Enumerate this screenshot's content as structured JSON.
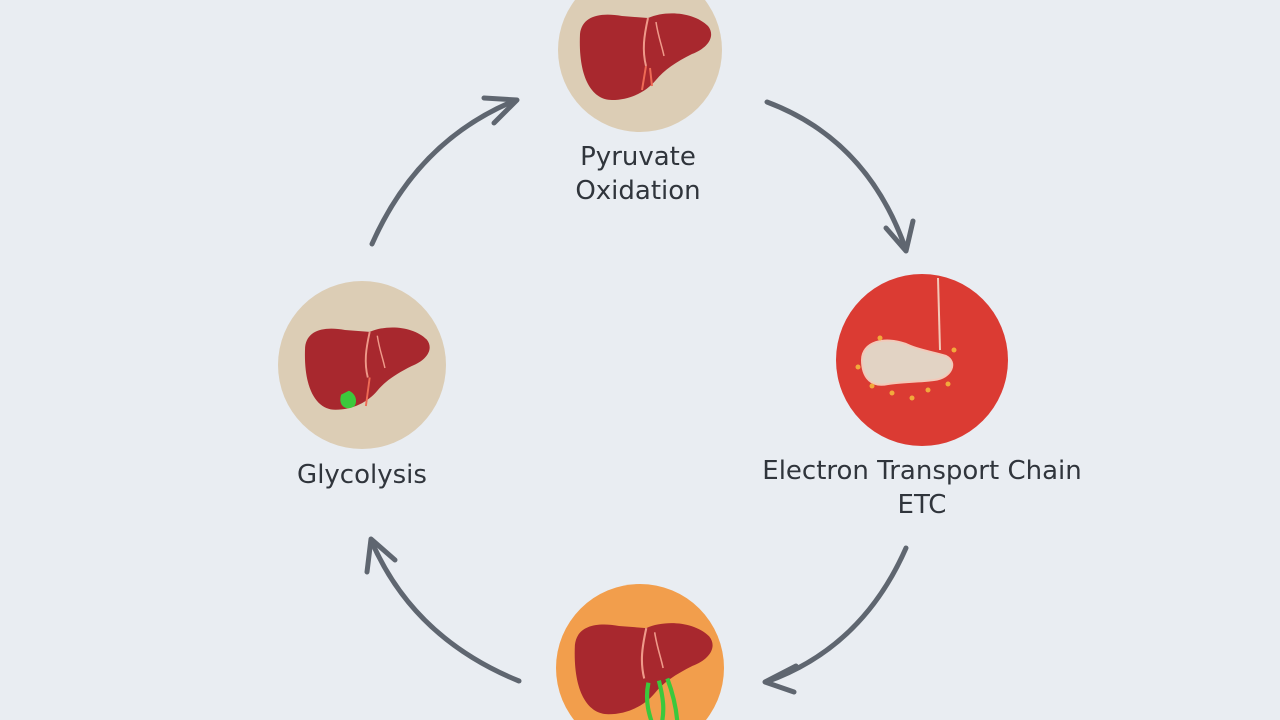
{
  "nodes": {
    "pyruvate": {
      "line1": "Pyruvate",
      "line2": "Oxidation",
      "icon": "liver-icon",
      "fill": "#dccdb5"
    },
    "etc": {
      "line1": "Electron Transport Chain",
      "line2": "ETC",
      "icon": "mitochondrion-icon",
      "fill": "#db3b33"
    },
    "krebs": {
      "icon": "liver-icon",
      "fill": "#f29e4c"
    },
    "glycolysis": {
      "line1": "Glycolysis",
      "icon": "liver-icon",
      "fill": "#dccdb5"
    }
  },
  "colors": {
    "background": "#e9edf2",
    "arrow": "#5f6670",
    "liver": "#a8282e",
    "accent_green": "#3cc83c"
  }
}
